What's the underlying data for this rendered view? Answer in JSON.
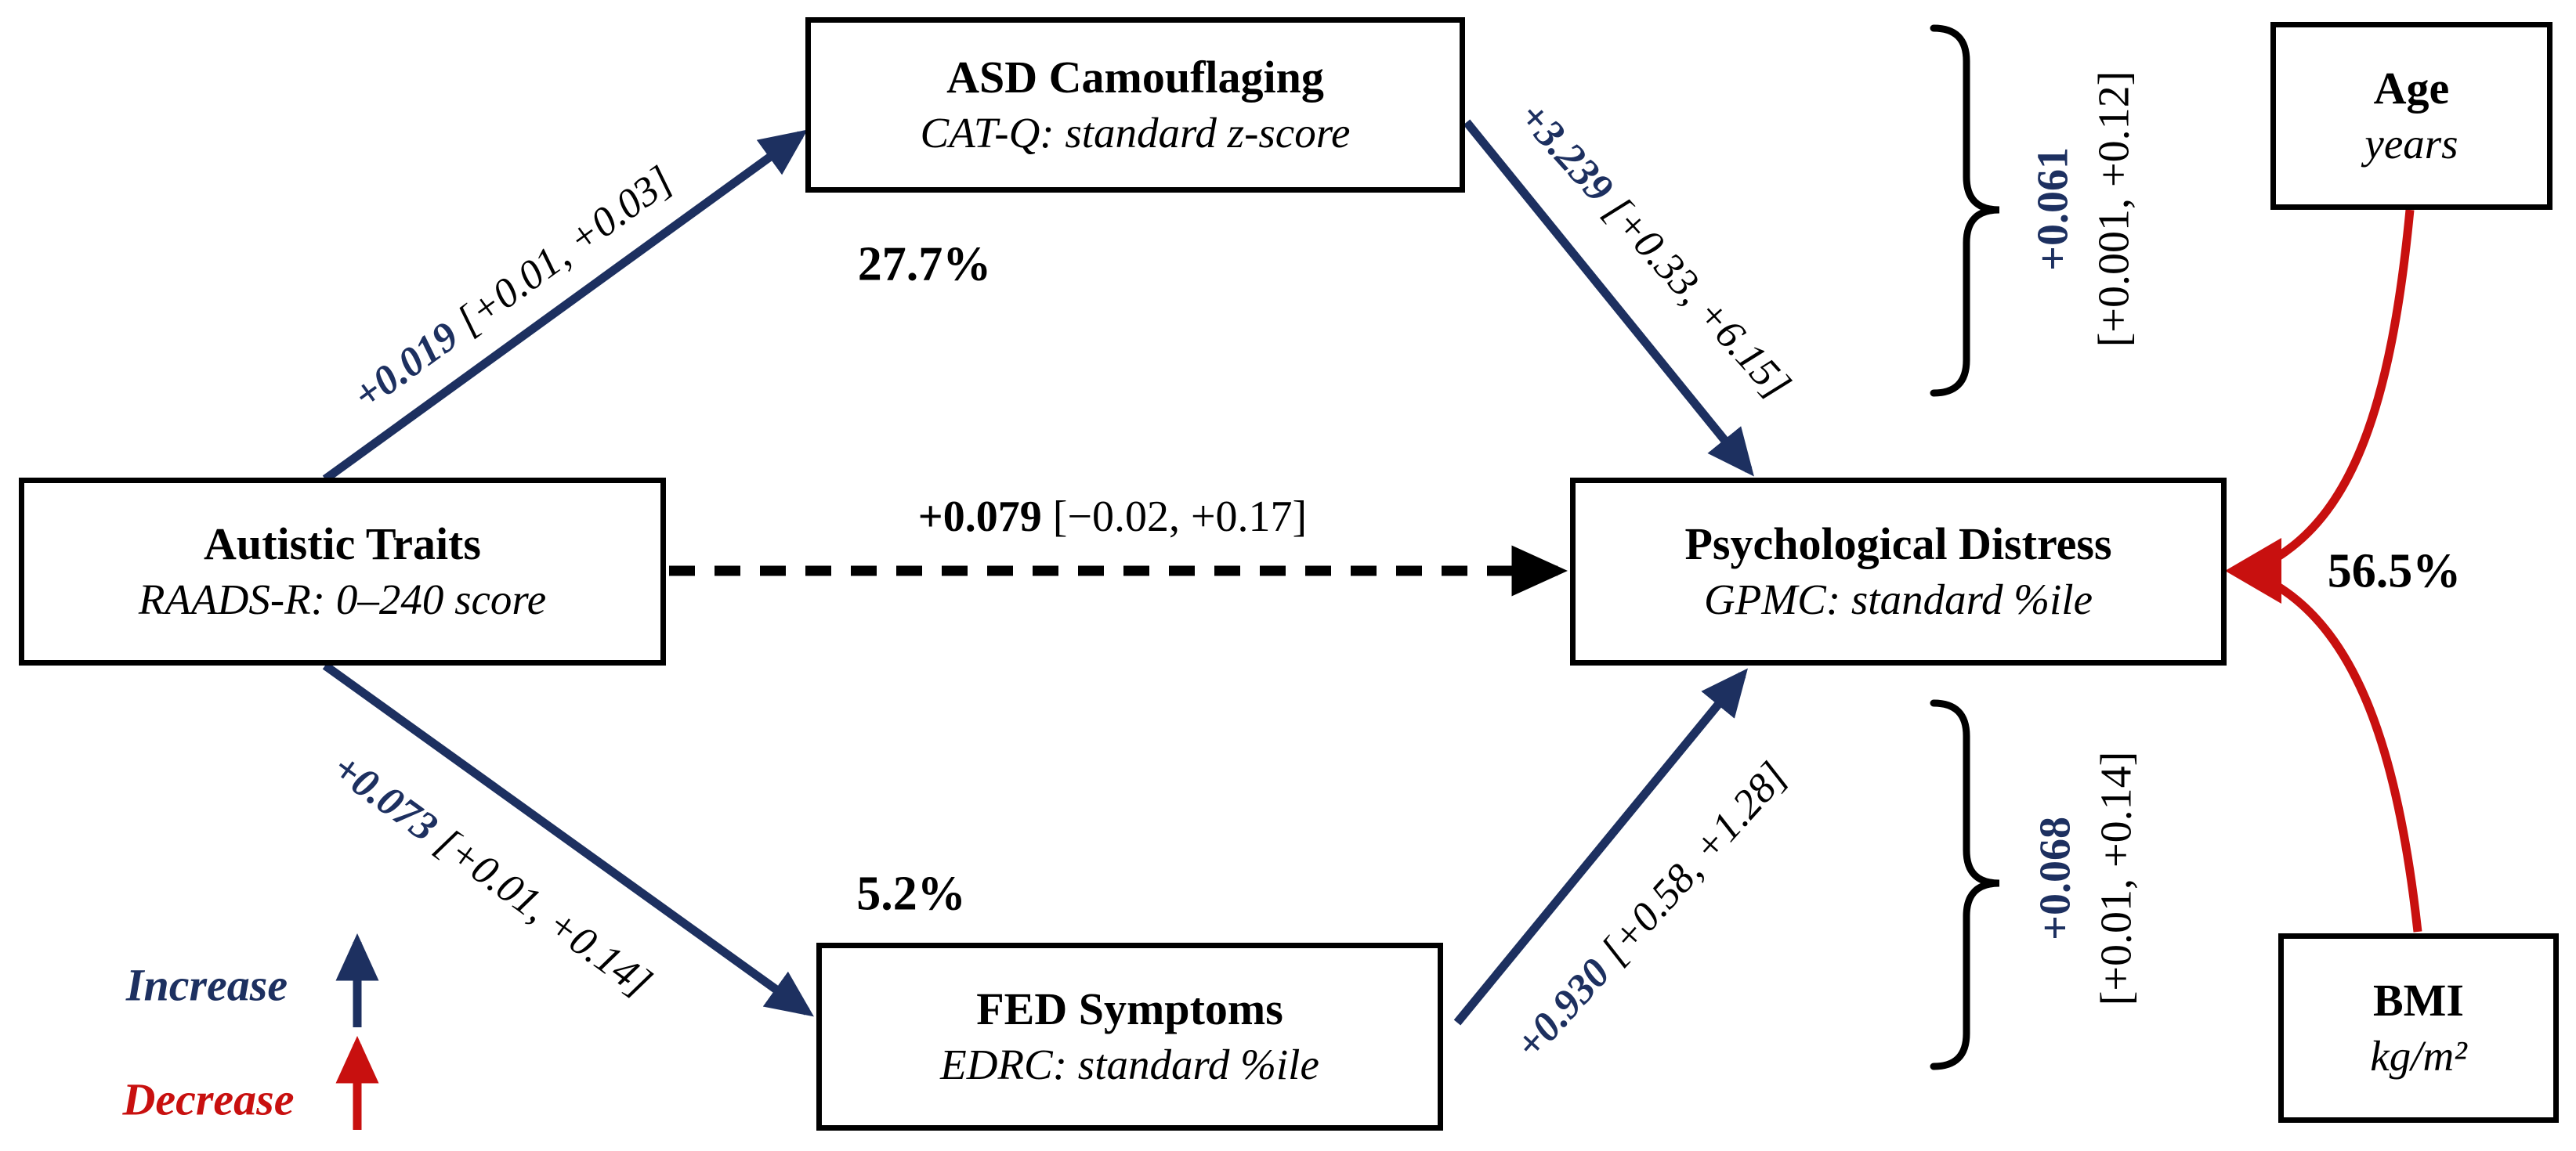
{
  "colors": {
    "navy": "#1D3060",
    "red": "#C8100F"
  },
  "nodes": {
    "asd": {
      "title": "ASD Camouflaging",
      "subtitle": "CAT-Q: standard z-score"
    },
    "autistic": {
      "title": "Autistic Traits",
      "subtitle": "RAADS-R: 0–240 score"
    },
    "distress": {
      "title": "Psychological Distress",
      "subtitle": "GPMC: standard %ile"
    },
    "fed": {
      "title": "FED Symptoms",
      "subtitle": "EDRC: standard %ile"
    },
    "age": {
      "title": "Age",
      "subtitle": "years"
    },
    "bmi": {
      "title": "BMI",
      "subtitle": "kg/m²"
    }
  },
  "paths": {
    "at_to_asd": {
      "coef": "+0.019",
      "ci": "[+0.01, +0.03]"
    },
    "asd_to_pd": {
      "coef": "+3.239",
      "ci": "[+0.33, +6.15]"
    },
    "at_to_pd_direct": {
      "coef": "+0.079",
      "ci": "[−0.02, +0.17]"
    },
    "at_to_fed": {
      "coef": "+0.073",
      "ci": "[+0.01, +0.14]"
    },
    "fed_to_pd": {
      "coef": "+0.930",
      "ci": "[+0.58, +1.28]"
    },
    "indirect_top": {
      "coef": "+0.061",
      "ci": "[+0.001, +0.12]"
    },
    "indirect_bottom": {
      "coef": "+0.068",
      "ci": "[+0.01, +0.14]"
    }
  },
  "variance": {
    "asd": "27.7%",
    "fed": "5.2%",
    "distress": "56.5%"
  },
  "legend": {
    "increase": "Increase",
    "decrease": "Decrease"
  }
}
